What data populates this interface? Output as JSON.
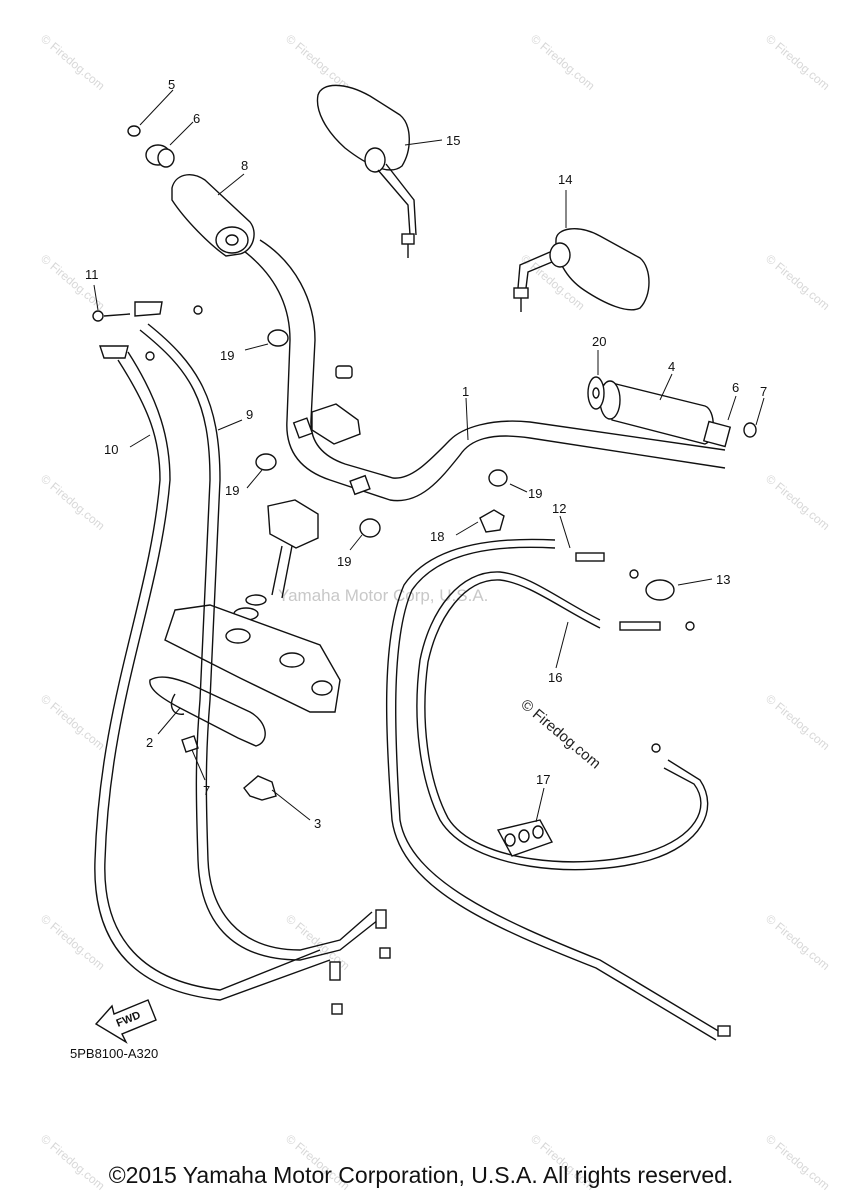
{
  "diagram": {
    "watermark_text": "© Firedog.com",
    "center_watermark": "Yamaha Motor Corp, U.S.A.",
    "firedog_mark": "© Firedog.com",
    "diagram_code": "5PB8100-A320",
    "fwd_label": "FWD",
    "copyright": "©2015 Yamaha Motor Corporation, U.S.A. All rights reserved.",
    "callouts": [
      "1",
      "2",
      "3",
      "4",
      "5",
      "6",
      "6",
      "7",
      "7",
      "8",
      "9",
      "10",
      "11",
      "12",
      "13",
      "14",
      "15",
      "16",
      "17",
      "18",
      "19",
      "19",
      "19",
      "19",
      "20"
    ]
  }
}
